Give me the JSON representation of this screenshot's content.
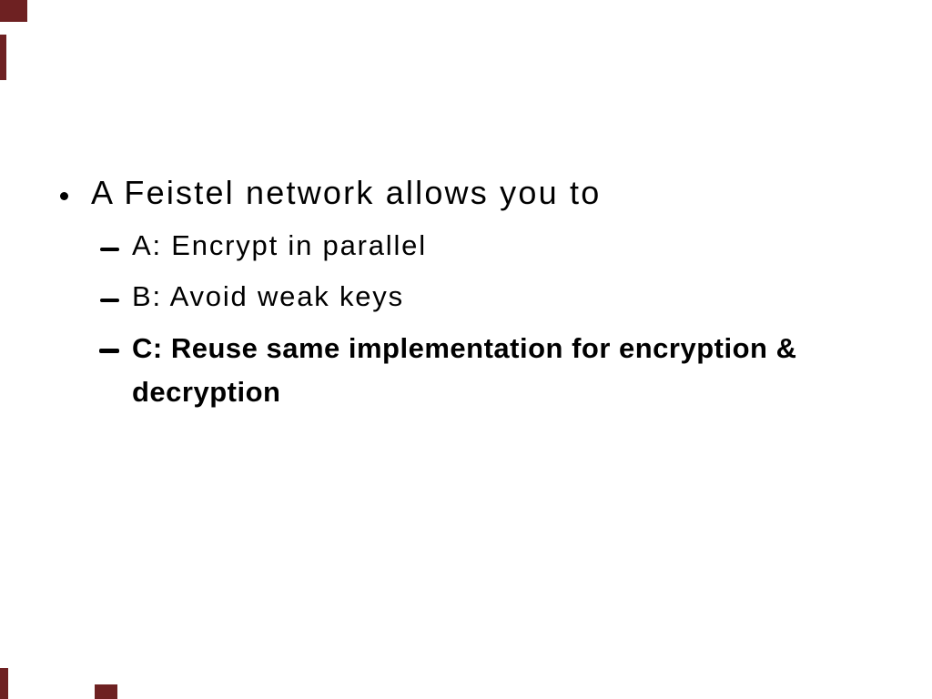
{
  "slide": {
    "background_color": "#ffffff",
    "text_color": "#000000",
    "bullet": {
      "glyph": "disc",
      "text": "A Feistel network allows you to"
    },
    "sub_bullets": [
      {
        "glyph": "dash",
        "label": "A: Encrypt in parallel",
        "bold": false
      },
      {
        "glyph": "dash",
        "label": "B: Avoid weak keys",
        "bold": false
      },
      {
        "glyph": "dash",
        "label": "C: Reuse same implementation for encryption & decryption",
        "bold": true,
        "lines": [
          "C: Reuse same implementation for encryption &",
          "decryption"
        ]
      }
    ]
  },
  "accents": {
    "color": "#6e2122"
  }
}
